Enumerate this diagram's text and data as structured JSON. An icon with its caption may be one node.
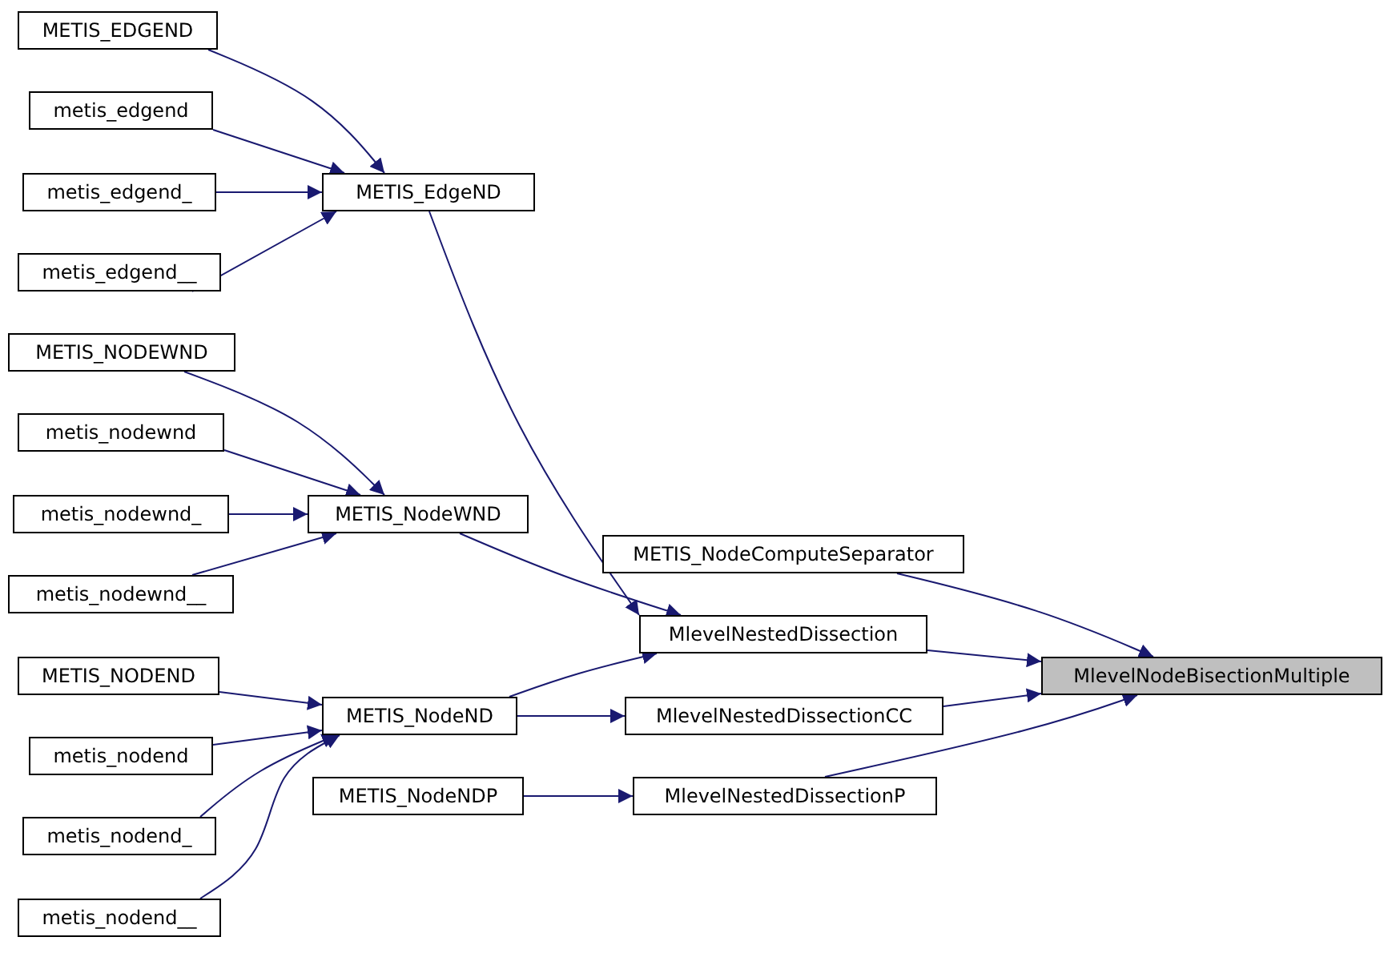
{
  "diagram": {
    "nodes": [
      {
        "text": [
          "METIS_EDGEND"
        ]
      },
      {
        "text": [
          "metis_edgend"
        ]
      },
      {
        "text": [
          "metis_edgend_"
        ]
      },
      {
        "text": [
          "metis_edgend__"
        ]
      },
      {
        "text": [
          "METIS_EdgeND"
        ]
      },
      {
        "text": [
          "METIS_NODEWND"
        ]
      },
      {
        "text": [
          "metis_nodewnd"
        ]
      },
      {
        "text": [
          "metis_nodewnd_"
        ]
      },
      {
        "text": [
          "metis_nodewnd__"
        ]
      },
      {
        "text": [
          "METIS_NodeWND"
        ]
      },
      {
        "text": [
          "METIS_NodeComputeSeparator"
        ]
      },
      {
        "text": [
          "MlevelNestedDissection"
        ]
      },
      {
        "text": [
          "MlevelNodeBisectionMultiple"
        ]
      },
      {
        "text": [
          "METIS_NODEND"
        ]
      },
      {
        "text": [
          "metis_nodend"
        ]
      },
      {
        "text": [
          "metis_nodend_"
        ]
      },
      {
        "text": [
          "metis_nodend__"
        ]
      },
      {
        "text": [
          "METIS_NodeND"
        ]
      },
      {
        "text": [
          "MlevelNestedDissectionCC"
        ]
      },
      {
        "text": [
          "METIS_NodeNDP"
        ]
      },
      {
        "text": [
          "MlevelNestedDissectionP"
        ]
      }
    ],
    "edges": [
      {
        "from": 0,
        "to": 4,
        "arrow": "to"
      },
      {
        "from": 1,
        "to": 4,
        "arrow": "to"
      },
      {
        "from": 2,
        "to": 4,
        "arrow": "to"
      },
      {
        "from": 3,
        "to": 4,
        "arrow": "to"
      },
      {
        "from": 4,
        "to": 11,
        "arrow": "to"
      },
      {
        "from": 5,
        "to": 9,
        "arrow": "to"
      },
      {
        "from": 6,
        "to": 9,
        "arrow": "to"
      },
      {
        "from": 7,
        "to": 9,
        "arrow": "to"
      },
      {
        "from": 8,
        "to": 9,
        "arrow": "to"
      },
      {
        "from": 9,
        "to": 11,
        "arrow": "to"
      },
      {
        "from": 10,
        "to": 12,
        "arrow": "to"
      },
      {
        "from": 11,
        "to": 12,
        "arrow": "to"
      },
      {
        "from": 13,
        "to": 17,
        "arrow": "to"
      },
      {
        "from": 14,
        "to": 17,
        "arrow": "to"
      },
      {
        "from": 15,
        "to": 17,
        "arrow": "to"
      },
      {
        "from": 16,
        "to": 17,
        "arrow": "to"
      },
      {
        "from": 17,
        "to": 11,
        "arrow": "to"
      },
      {
        "from": 17,
        "to": 18,
        "arrow": "to"
      },
      {
        "from": 18,
        "to": 12,
        "arrow": "to"
      },
      {
        "from": 19,
        "to": 20,
        "arrow": "to"
      },
      {
        "from": 20,
        "to": 12,
        "arrow": "to"
      }
    ]
  }
}
